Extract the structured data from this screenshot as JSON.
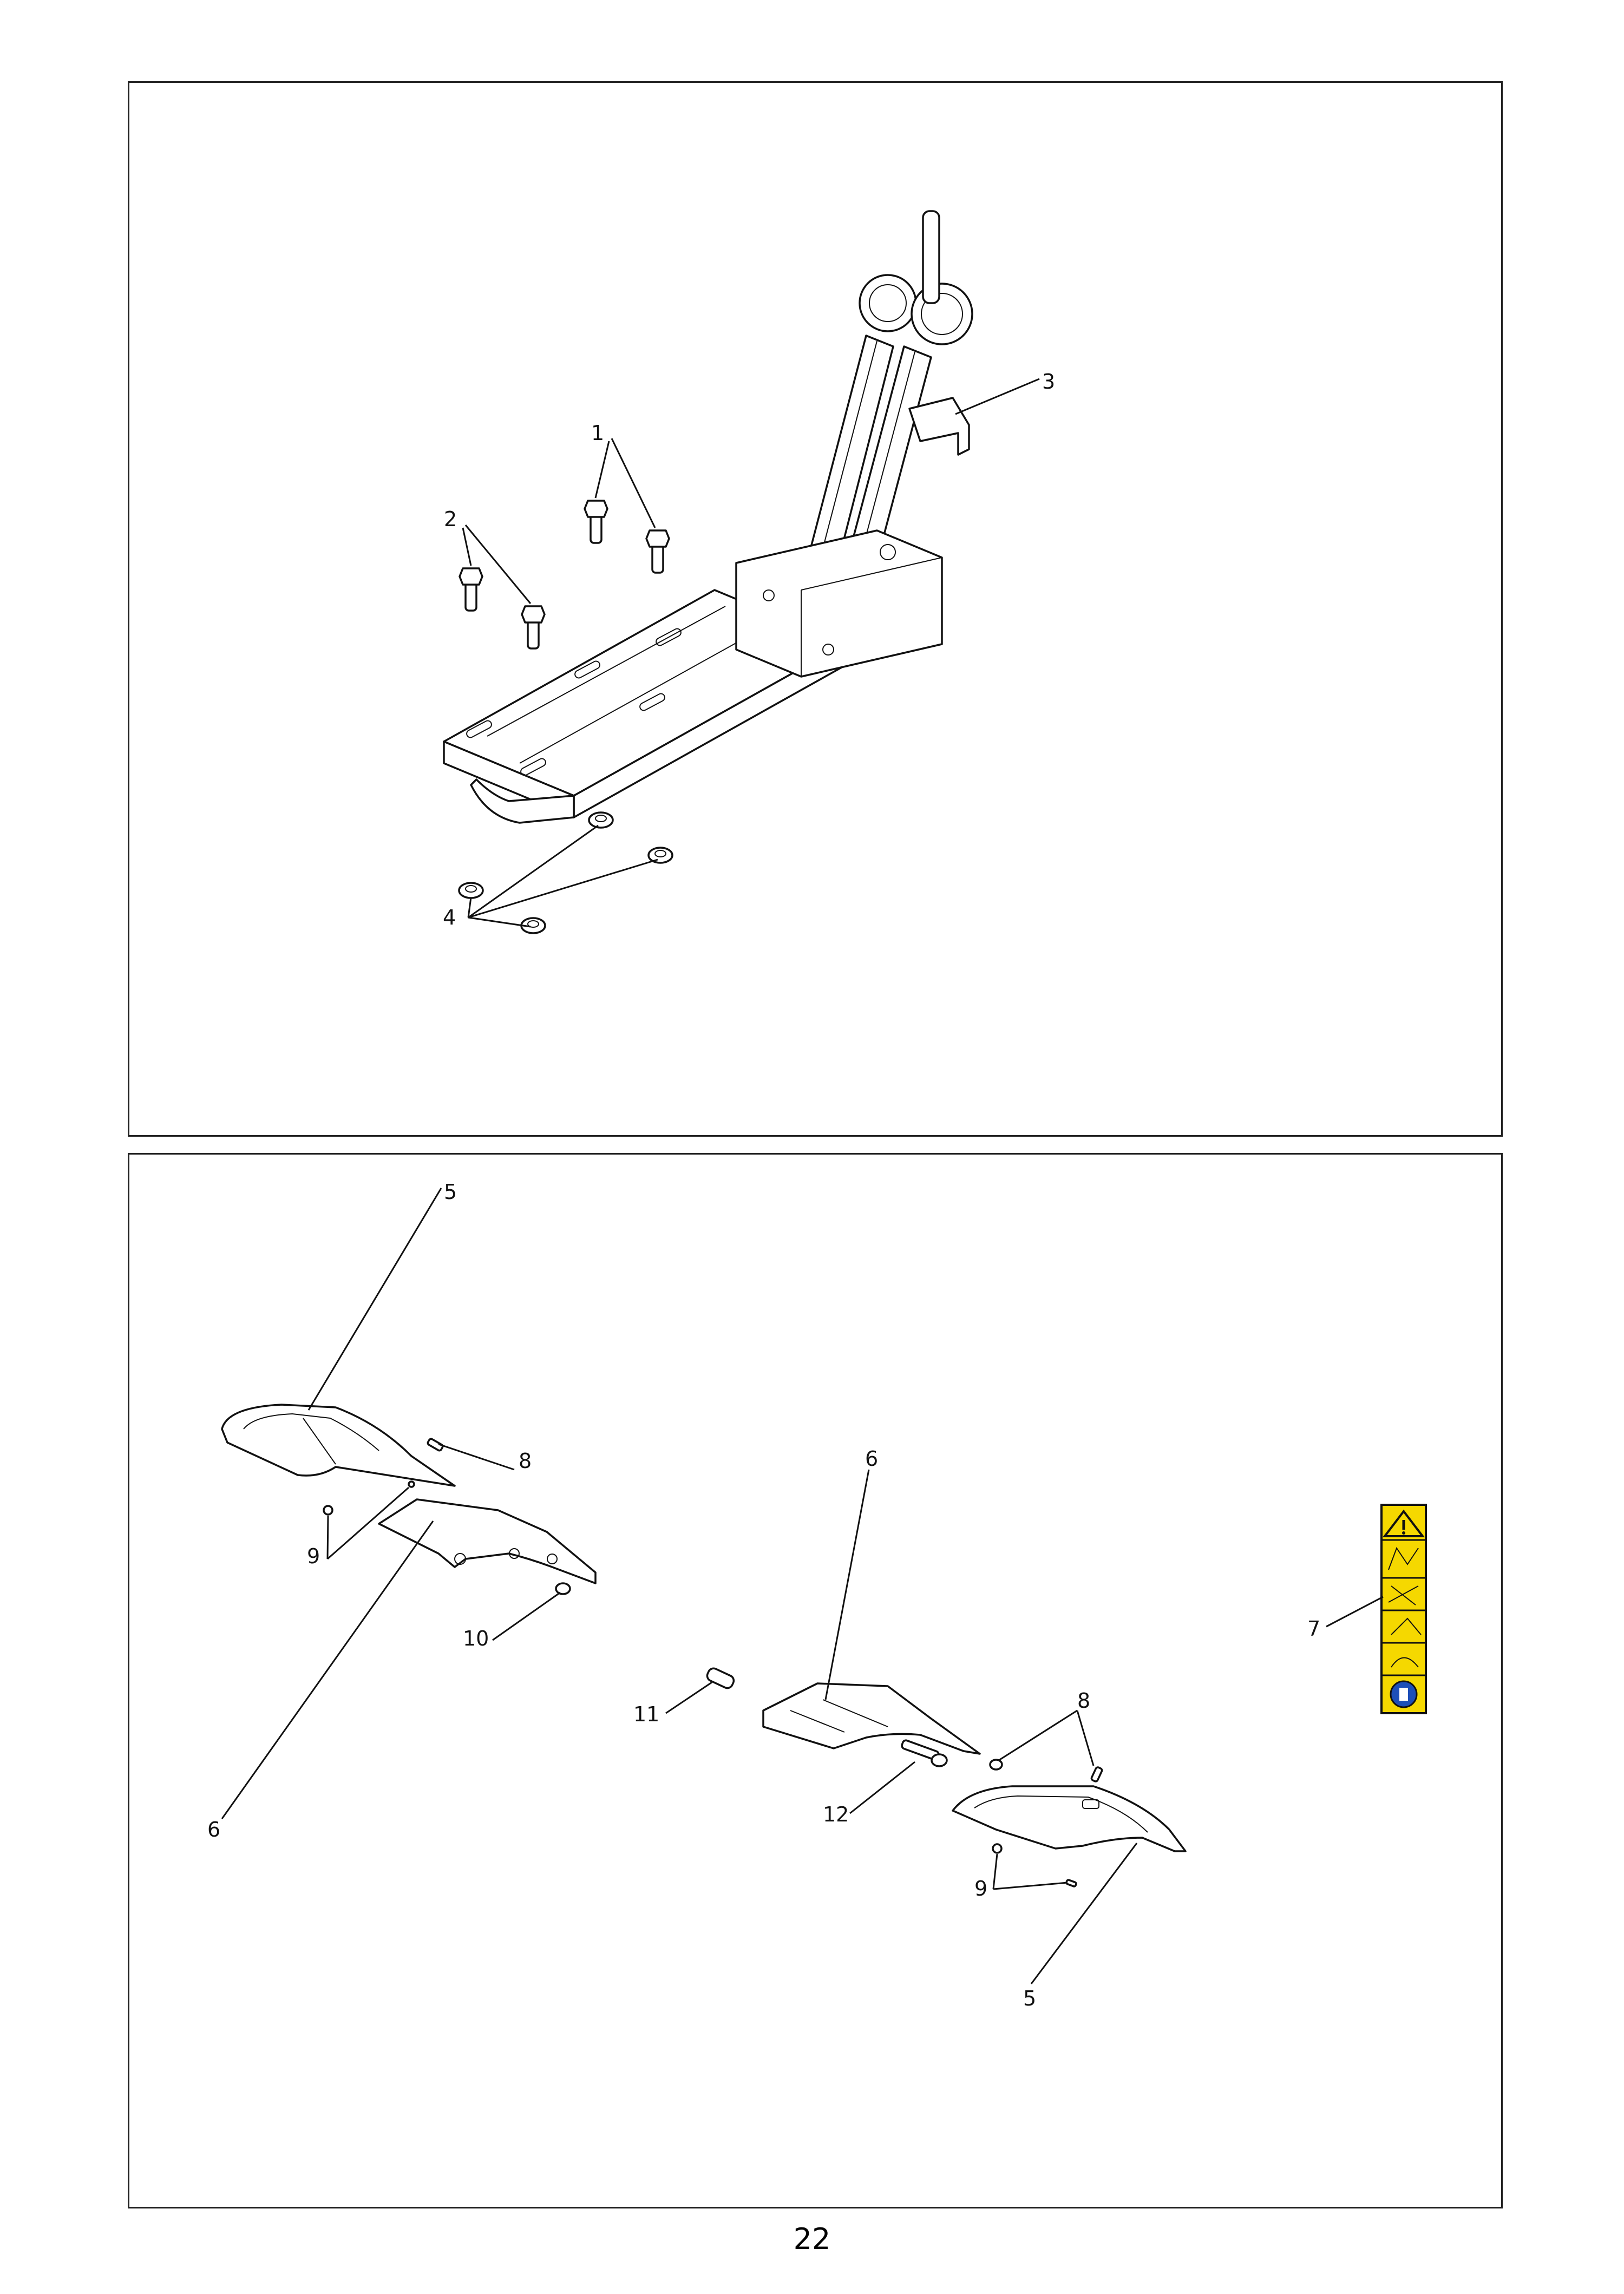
{
  "page": {
    "number": "22"
  },
  "top_panel": {
    "callouts": [
      "1",
      "2",
      "3",
      "4"
    ]
  },
  "bottom_panel": {
    "callouts": [
      "5",
      "8",
      "9",
      "10",
      "6",
      "6",
      "11",
      "12",
      "8",
      "9",
      "5",
      "7"
    ]
  },
  "colors": {
    "label_yellow": "#f5d800",
    "label_border": "#111111",
    "info_blue": "#1d4fb8"
  }
}
